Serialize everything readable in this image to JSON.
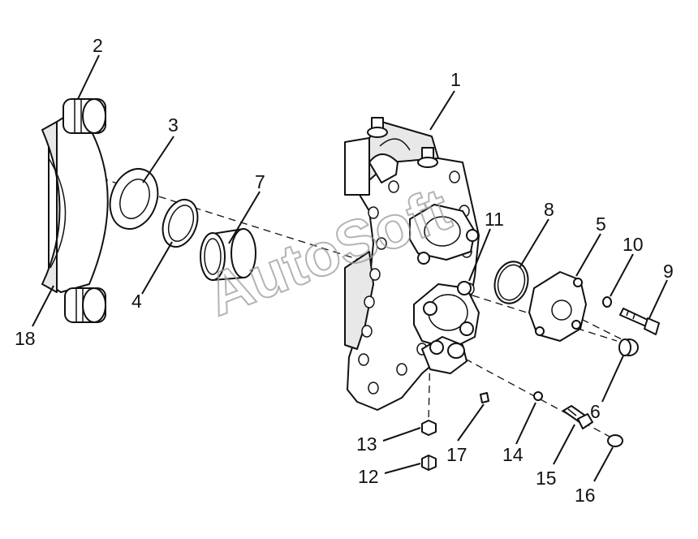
{
  "watermark": "AutoSoft",
  "callouts": [
    {
      "id": "2",
      "label": "2"
    },
    {
      "id": "3",
      "label": "3"
    },
    {
      "id": "1",
      "label": "1"
    },
    {
      "id": "7",
      "label": "7"
    },
    {
      "id": "8",
      "label": "8"
    },
    {
      "id": "11",
      "label": "11"
    },
    {
      "id": "5",
      "label": "5"
    },
    {
      "id": "10",
      "label": "10"
    },
    {
      "id": "9",
      "label": "9"
    },
    {
      "id": "4",
      "label": "4"
    },
    {
      "id": "18",
      "label": "18"
    },
    {
      "id": "6",
      "label": "6"
    },
    {
      "id": "13",
      "label": "13"
    },
    {
      "id": "17",
      "label": "17"
    },
    {
      "id": "14",
      "label": "14"
    },
    {
      "id": "15",
      "label": "15"
    },
    {
      "id": "12",
      "label": "12"
    },
    {
      "id": "16",
      "label": "16"
    }
  ]
}
